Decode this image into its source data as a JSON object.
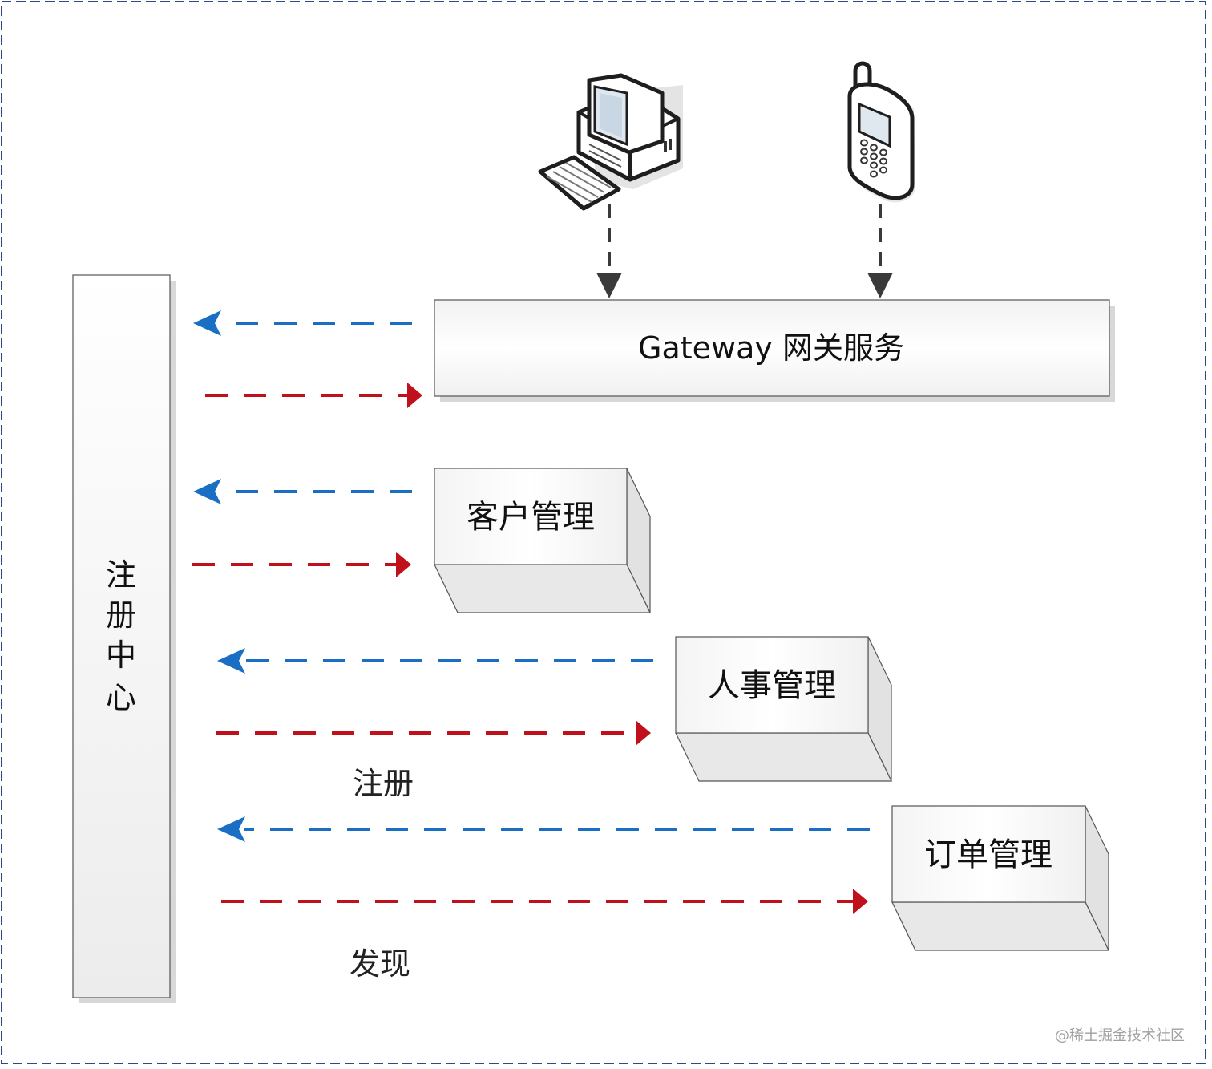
{
  "gateway": {
    "label": "Gateway 网关服务"
  },
  "registry": {
    "chars": [
      "注",
      "册",
      "中",
      "心"
    ]
  },
  "services": [
    {
      "label": "客户管理"
    },
    {
      "label": "人事管理"
    },
    {
      "label": "订单管理"
    }
  ],
  "legend": {
    "register": "注册",
    "discover": "发现"
  },
  "clients": {
    "computer_icon": "desktop-computer-icon",
    "phone_icon": "mobile-phone-icon"
  },
  "colors": {
    "discover_arrow": "#1a6fc4",
    "register_arrow": "#c0101b",
    "client_arrow": "#3a3a3a"
  },
  "watermark": "@稀土掘金技术社区"
}
